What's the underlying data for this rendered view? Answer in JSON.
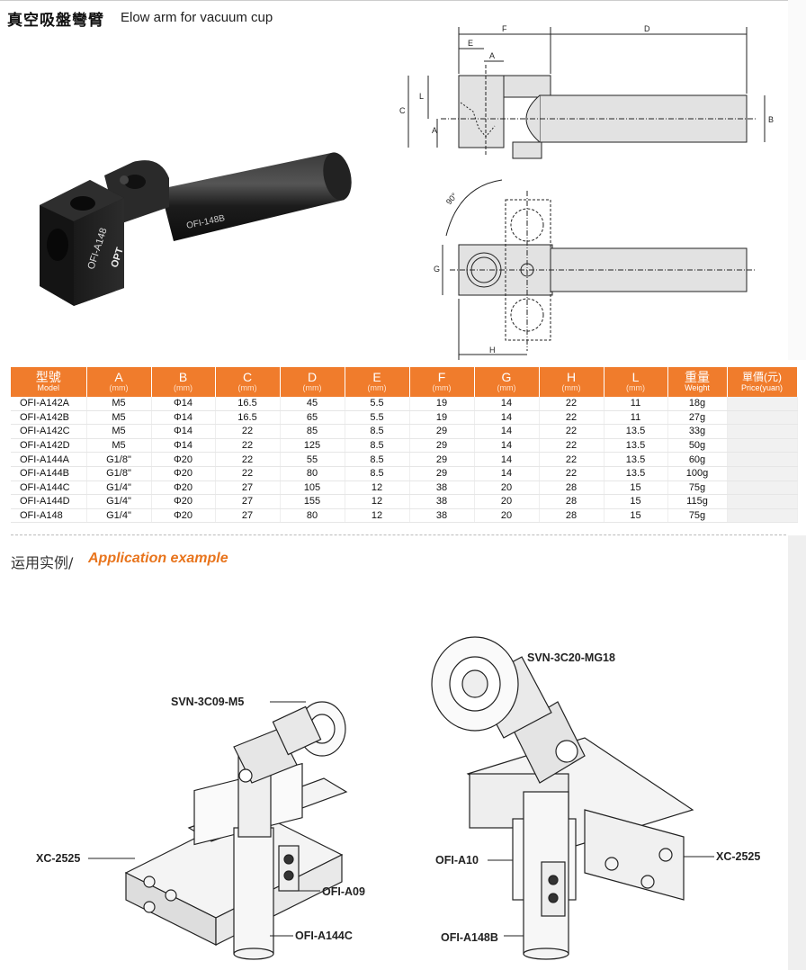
{
  "header": {
    "title_cn": "真空吸盤彎臂",
    "title_en": "Elow arm for vacuum cup"
  },
  "product": {
    "logo_text": "OPT",
    "side_text": "OFI-A148",
    "arm_text": "OFI-148B"
  },
  "drawing": {
    "dims": [
      "F",
      "D",
      "E",
      "A",
      "L",
      "C",
      "A",
      "B",
      "G",
      "H"
    ],
    "angle": "90°"
  },
  "table": {
    "headers": [
      {
        "main": "型號",
        "sub": "Model"
      },
      {
        "main": "A",
        "sub": "(mm)"
      },
      {
        "main": "B",
        "sub": "(mm)"
      },
      {
        "main": "C",
        "sub": "(mm)"
      },
      {
        "main": "D",
        "sub": "(mm)"
      },
      {
        "main": "E",
        "sub": "(mm)"
      },
      {
        "main": "F",
        "sub": "(mm)"
      },
      {
        "main": "G",
        "sub": "(mm)"
      },
      {
        "main": "H",
        "sub": "(mm)"
      },
      {
        "main": "L",
        "sub": "(mm)"
      },
      {
        "main": "重量",
        "sub": "Weight"
      },
      {
        "main": "單價(元)",
        "sub": "Price(yuan)"
      }
    ],
    "rows": [
      [
        "OFI-A142A",
        "M5",
        "Φ14",
        "16.5",
        "45",
        "5.5",
        "19",
        "14",
        "22",
        "11",
        "18g"
      ],
      [
        "OFI-A142B",
        "M5",
        "Φ14",
        "16.5",
        "65",
        "5.5",
        "19",
        "14",
        "22",
        "11",
        "27g"
      ],
      [
        "OFI-A142C",
        "M5",
        "Φ14",
        "22",
        "85",
        "8.5",
        "29",
        "14",
        "22",
        "13.5",
        "33g"
      ],
      [
        "OFI-A142D",
        "M5",
        "Φ14",
        "22",
        "125",
        "8.5",
        "29",
        "14",
        "22",
        "13.5",
        "50g"
      ],
      [
        "OFI-A144A",
        "G1/8\"",
        "Φ20",
        "22",
        "55",
        "8.5",
        "29",
        "14",
        "22",
        "13.5",
        "60g"
      ],
      [
        "OFI-A144B",
        "G1/8\"",
        "Φ20",
        "22",
        "80",
        "8.5",
        "29",
        "14",
        "22",
        "13.5",
        "100g"
      ],
      [
        "OFI-A144C",
        "G1/4\"",
        "Φ20",
        "27",
        "105",
        "12",
        "38",
        "20",
        "28",
        "15",
        "75g"
      ],
      [
        "OFI-A144D",
        "G1/4\"",
        "Φ20",
        "27",
        "155",
        "12",
        "38",
        "20",
        "28",
        "15",
        "115g"
      ],
      [
        "OFI-A148",
        "G1/4\"",
        "Φ20",
        "27",
        "80",
        "12",
        "38",
        "20",
        "28",
        "15",
        "75g"
      ]
    ]
  },
  "application": {
    "title_cn": "运用实例/",
    "title_en": "Application example",
    "left": {
      "cup": "SVN-3C09-M5",
      "profile": "XC-2525",
      "clamp": "OFI-A09",
      "arm": "OFI-A144C"
    },
    "right": {
      "cup": "SVN-3C20-MG18",
      "profile": "XC-2525",
      "clamp": "OFI-A10",
      "arm": "OFI-A148B"
    }
  },
  "colors": {
    "accent": "#f07c2c",
    "metal_dark": "#1e1e1e"
  }
}
